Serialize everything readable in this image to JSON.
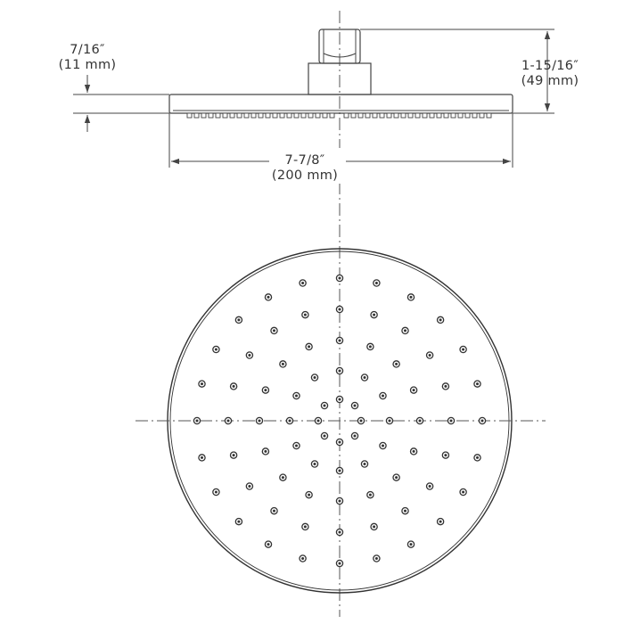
{
  "dimensions": {
    "thickness": {
      "imperial": "7/16″",
      "metric": "(11 mm)"
    },
    "height": {
      "imperial": "1-15/16″",
      "metric": "(49 mm)"
    },
    "diameter": {
      "imperial": "7-7/8″",
      "metric": "(200 mm)"
    }
  },
  "colors": {
    "line": "#444444",
    "text": "#333333",
    "background": "#ffffff"
  }
}
